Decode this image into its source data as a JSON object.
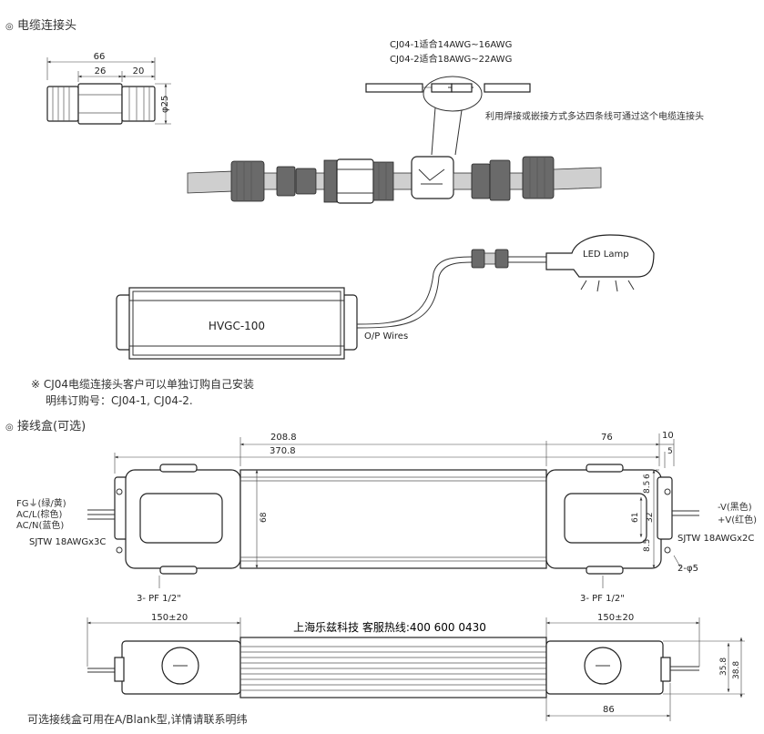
{
  "section1": {
    "bullet": "◎",
    "title": "电缆连接头"
  },
  "connector_dims": {
    "total": "66",
    "left": "26",
    "right": "20",
    "dia": "φ25"
  },
  "wire_spec": {
    "line1": "CJ04-1适合14AWG~16AWG",
    "line2": "CJ04-2适合18AWG~22AWG"
  },
  "callout_note": "利用焊接或嵌接方式多达四条线可通过这个电缆连接头",
  "driver": {
    "model": "HVGC-100",
    "output_label": "O/P Wires",
    "lamp_label": "LED Lamp"
  },
  "order_note": {
    "line1": "※ CJ04电缆连接头客户可以单独订购自己安装",
    "line2": "明纬订购号：CJ04-1, CJ04-2."
  },
  "section2": {
    "bullet": "◎",
    "title": "接线盒(可选)"
  },
  "top_view_dims": {
    "d1": "208.8",
    "d2": "370.8",
    "d3": "76",
    "d4": "10",
    "d5": "5",
    "d6": "8.5",
    "d7": "6",
    "d8": "32",
    "d9": "61",
    "d10": "8.5",
    "d11": "68",
    "hole": "2-φ5"
  },
  "left_labels": {
    "fg": "FG⏚(绿/黄)",
    "acl": "AC/L(棕色)",
    "acn": "AC/N(蓝色)",
    "cable": "SJTW 18AWGx3C"
  },
  "right_labels": {
    "vneg": "-V(黑色)",
    "vpos": "+V(红色)",
    "cable": "SJTW 18AWGx2C"
  },
  "thread_labels": {
    "left": "3- PF 1/2\"",
    "right": "3- PF 1/2\""
  },
  "side_view_dims": {
    "left": "150±20",
    "right": "150±20",
    "h1": "35.8",
    "h2": "38.8",
    "bottom": "86"
  },
  "hotline": "上海乐兹科技 客服热线:400 600 0430",
  "footer": "可选接线盒可用在A/Blank型,详情请联系明纬"
}
